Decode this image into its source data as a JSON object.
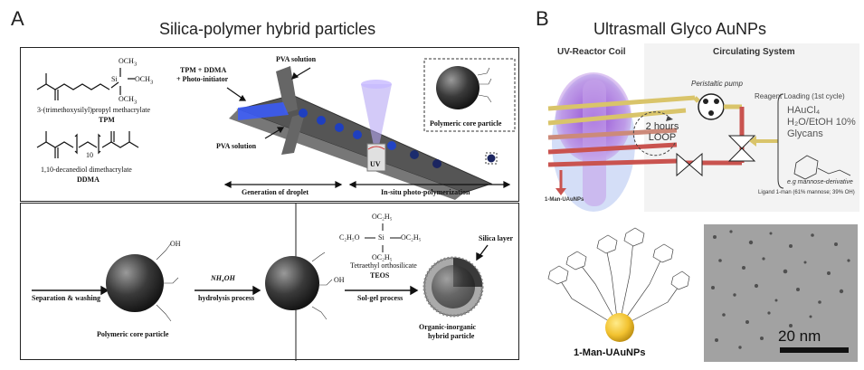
{
  "panelA": {
    "letter": "A",
    "title": "Silica-polymer hybrid particles",
    "top": {
      "tpm_name": "3-(trimethoxysilyl)propyl methacrylate",
      "tpm_abbr": "TPM",
      "ddma_name": "1,10-decanediol dimethacrylate",
      "ddma_abbr": "DDMA",
      "ddma_index": "10",
      "och3": "OCH",
      "och3_sub": "3",
      "si": "Si",
      "inputs_line1": "TPM + DDMA",
      "inputs_line2": "+ Photo-initiator",
      "pva_top": "PVA solution",
      "pva_bottom": "PVA solution",
      "uv": "UV",
      "core_particle": "Polymeric core particle",
      "generation": "Generation of droplet",
      "insitu": "In-situ",
      "photopoly": " photo-polymerization"
    },
    "bottom": {
      "separation": "Separation & washing",
      "nh4oh": "NH₄OH",
      "hydrolysis": "hydrolysis process",
      "core_particle": "Polymeric core particle",
      "teos_name": "Tetraethyl orthosilicate",
      "teos_abbr": "TEOS",
      "solgel": "Sol-gel process",
      "silica_layer": "Silica layer",
      "hybrid_line1": "Organic-inorganic",
      "hybrid_line2": "hybrid particle",
      "oc2h5": "OC₂H₅",
      "c2h5o": "C₂H₅O",
      "oh": "OH"
    }
  },
  "panelB": {
    "letter": "B",
    "title": "Ultrasmall Glyco AuNPs",
    "reactor_label": "UV-Reactor Coil",
    "circulating_label": "Circulating System",
    "pump_label": "Peristaltic pump",
    "loop_line1": "2 hours",
    "loop_line2": "LOOP",
    "reagent_title": "Reagent Loading (1st cycle)",
    "reagent_1": "HAuCl₄",
    "reagent_2": "H₂O/EtOH 10%",
    "reagent_3": "Glycans",
    "mannose_note": "e.g mannose-derivative",
    "ligand_note": "Ligand 1-man (61% mannose; 39% OH)",
    "product_small": "1-Man-UAuNPs",
    "product_label": "1-Man-UAuNPs",
    "scale_bar": "20 nm"
  },
  "colors": {
    "uv_purple": "#a86fd6",
    "coil_gold": "#d9c46a",
    "coil_red": "#c9534f",
    "gold_np": "#f2c230",
    "tem_bg": "#9c9c9c",
    "sphere_dark": "#3a3a3a",
    "droplet_blue": "#1f3fbf"
  }
}
